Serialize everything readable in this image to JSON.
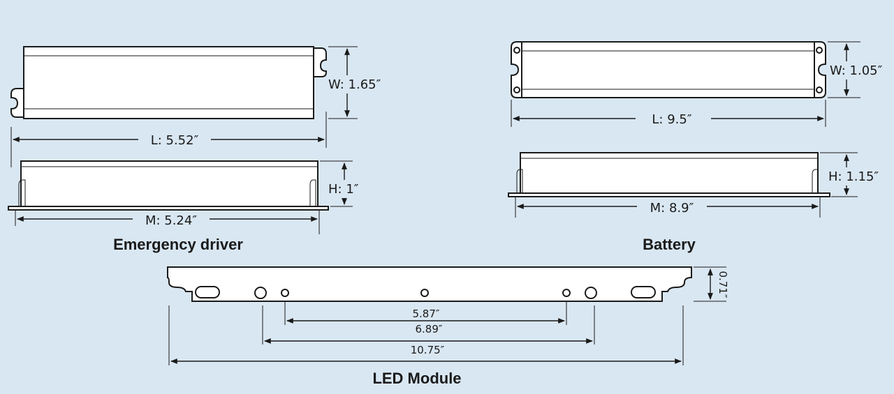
{
  "emergency_driver": {
    "caption": "Emergency driver",
    "width_label": "W: 1.65″",
    "length_label": "L: 5.52″",
    "height_label": "H: 1″",
    "mount_label": "M: 5.24″"
  },
  "battery": {
    "caption": "Battery",
    "width_label": "W: 1.05″",
    "length_label": "L: 9.5″",
    "height_label": "H: 1.15″",
    "mount_label": "M: 8.9″"
  },
  "led_module": {
    "caption": "LED Module",
    "height_label": "0.71″",
    "dim1_label": "5.87″",
    "dim2_label": "6.89″",
    "dim3_label": "10.75″"
  }
}
